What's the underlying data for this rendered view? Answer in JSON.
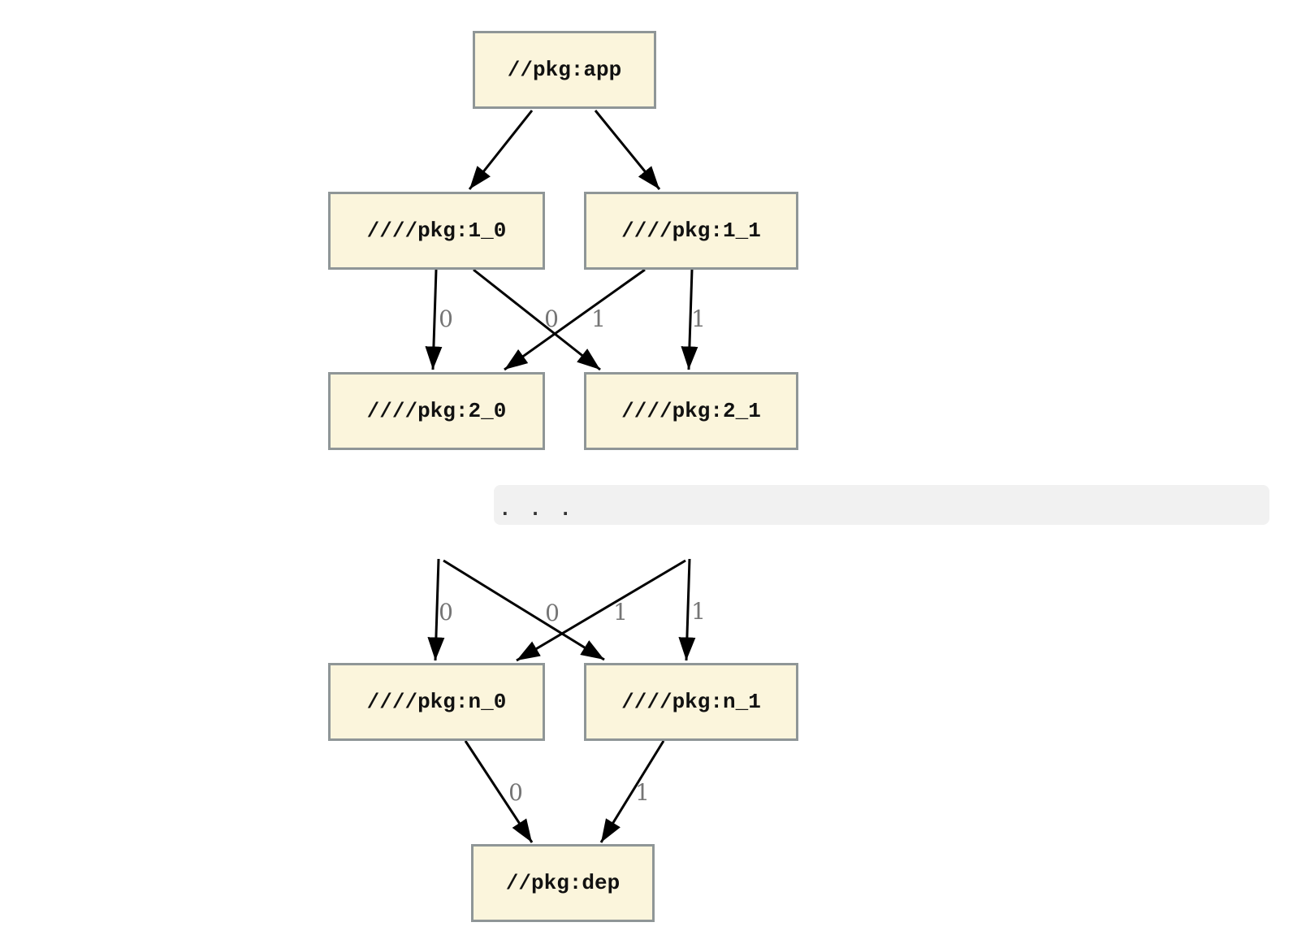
{
  "graph": {
    "nodes": [
      {
        "id": "app",
        "label": "//pkg:app"
      },
      {
        "id": "1_0",
        "label": "////pkg:1_0"
      },
      {
        "id": "1_1",
        "label": "////pkg:1_1"
      },
      {
        "id": "2_0",
        "label": "////pkg:2_0"
      },
      {
        "id": "2_1",
        "label": "////pkg:2_1"
      },
      {
        "id": "n_0",
        "label": "////pkg:n_0"
      },
      {
        "id": "n_1",
        "label": "////pkg:n_1"
      },
      {
        "id": "dep",
        "label": "//pkg:dep"
      }
    ],
    "ellipsis": ". . .",
    "edges": [
      {
        "from": "app",
        "to": "1_0",
        "label": ""
      },
      {
        "from": "app",
        "to": "1_1",
        "label": ""
      },
      {
        "from": "1_0",
        "to": "2_0",
        "label": "0"
      },
      {
        "from": "1_1",
        "to": "2_0",
        "label": "0"
      },
      {
        "from": "1_0",
        "to": "2_1",
        "label": "1"
      },
      {
        "from": "1_1",
        "to": "2_1",
        "label": "1"
      },
      {
        "from": "...",
        "to": "n_0",
        "label": "0"
      },
      {
        "from": "...",
        "to": "n_0",
        "label": "0"
      },
      {
        "from": "...",
        "to": "n_1",
        "label": "1"
      },
      {
        "from": "...",
        "to": "n_1",
        "label": "1"
      },
      {
        "from": "n_0",
        "to": "dep",
        "label": "0"
      },
      {
        "from": "n_1",
        "to": "dep",
        "label": "1"
      }
    ],
    "colors": {
      "node_fill": "#FBF5DC",
      "node_border": "#8F9697",
      "edge": "#000000",
      "edge_label": "#757575",
      "ellipsis_bg": "#F1F1F1",
      "node_text": "#111111"
    }
  }
}
